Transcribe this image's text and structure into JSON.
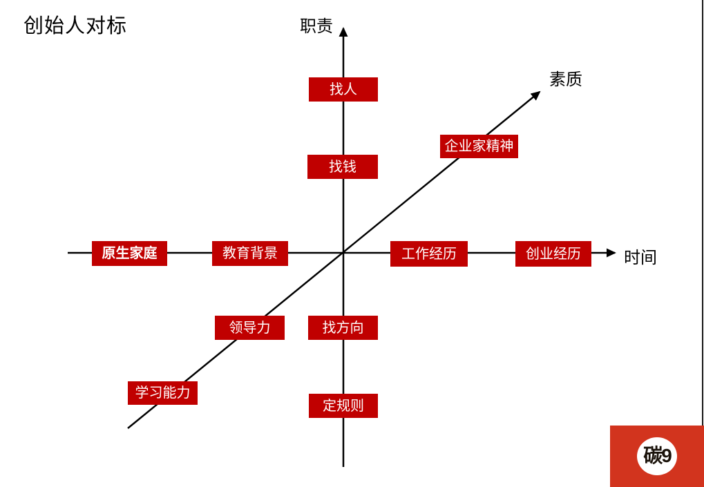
{
  "title": "创始人对标",
  "axes": {
    "y_label": "职责",
    "diag_label": "素质",
    "x_label": "时间"
  },
  "nodes": [
    {
      "label": "找人",
      "axis": "y-responsibility"
    },
    {
      "label": "找钱",
      "axis": "y-responsibility"
    },
    {
      "label": "企业家精神",
      "axis": "diag-quality"
    },
    {
      "label": "原生家庭",
      "axis": "x-time"
    },
    {
      "label": "教育背景",
      "axis": "x-time"
    },
    {
      "label": "工作经历",
      "axis": "x-time"
    },
    {
      "label": "创业经历",
      "axis": "x-time"
    },
    {
      "label": "领导力",
      "axis": "diag-quality"
    },
    {
      "label": "找方向",
      "axis": "y-responsibility"
    },
    {
      "label": "学习能力",
      "axis": "diag-quality"
    },
    {
      "label": "定规则",
      "axis": "y-responsibility"
    }
  ],
  "logo": {
    "text": "碳9"
  },
  "colors": {
    "node_red": "#C00000",
    "logo_red": "#D2341E",
    "line_black": "#000000",
    "node_text": "#ffffff"
  }
}
